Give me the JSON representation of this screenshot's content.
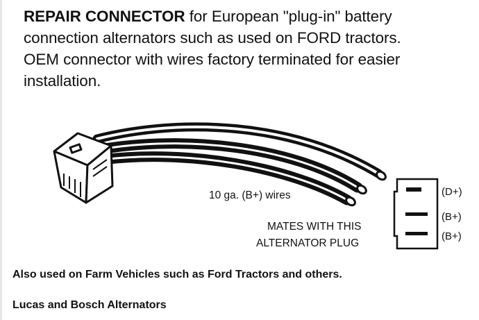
{
  "heading": {
    "bold_lead": "REPAIR CONNECTOR",
    "line1_rest": " for European \"plug-in\" battery",
    "line2": "connection alternators such as used on FORD tractors.",
    "line3": "OEM connector with wires factory terminated for easier",
    "line4": "installation."
  },
  "diagram": {
    "wire_label": "10 ga. (B+) wires",
    "mates_line1": "MATES WITH THIS",
    "mates_line2": "ALTERNATOR PLUG",
    "pin_labels": [
      "(D+)",
      "(B+)",
      "(B+)"
    ]
  },
  "footer": {
    "line1": "Also used on Farm Vehicles such as Ford Tractors and others.",
    "line2": "Lucas and Bosch Alternators"
  }
}
